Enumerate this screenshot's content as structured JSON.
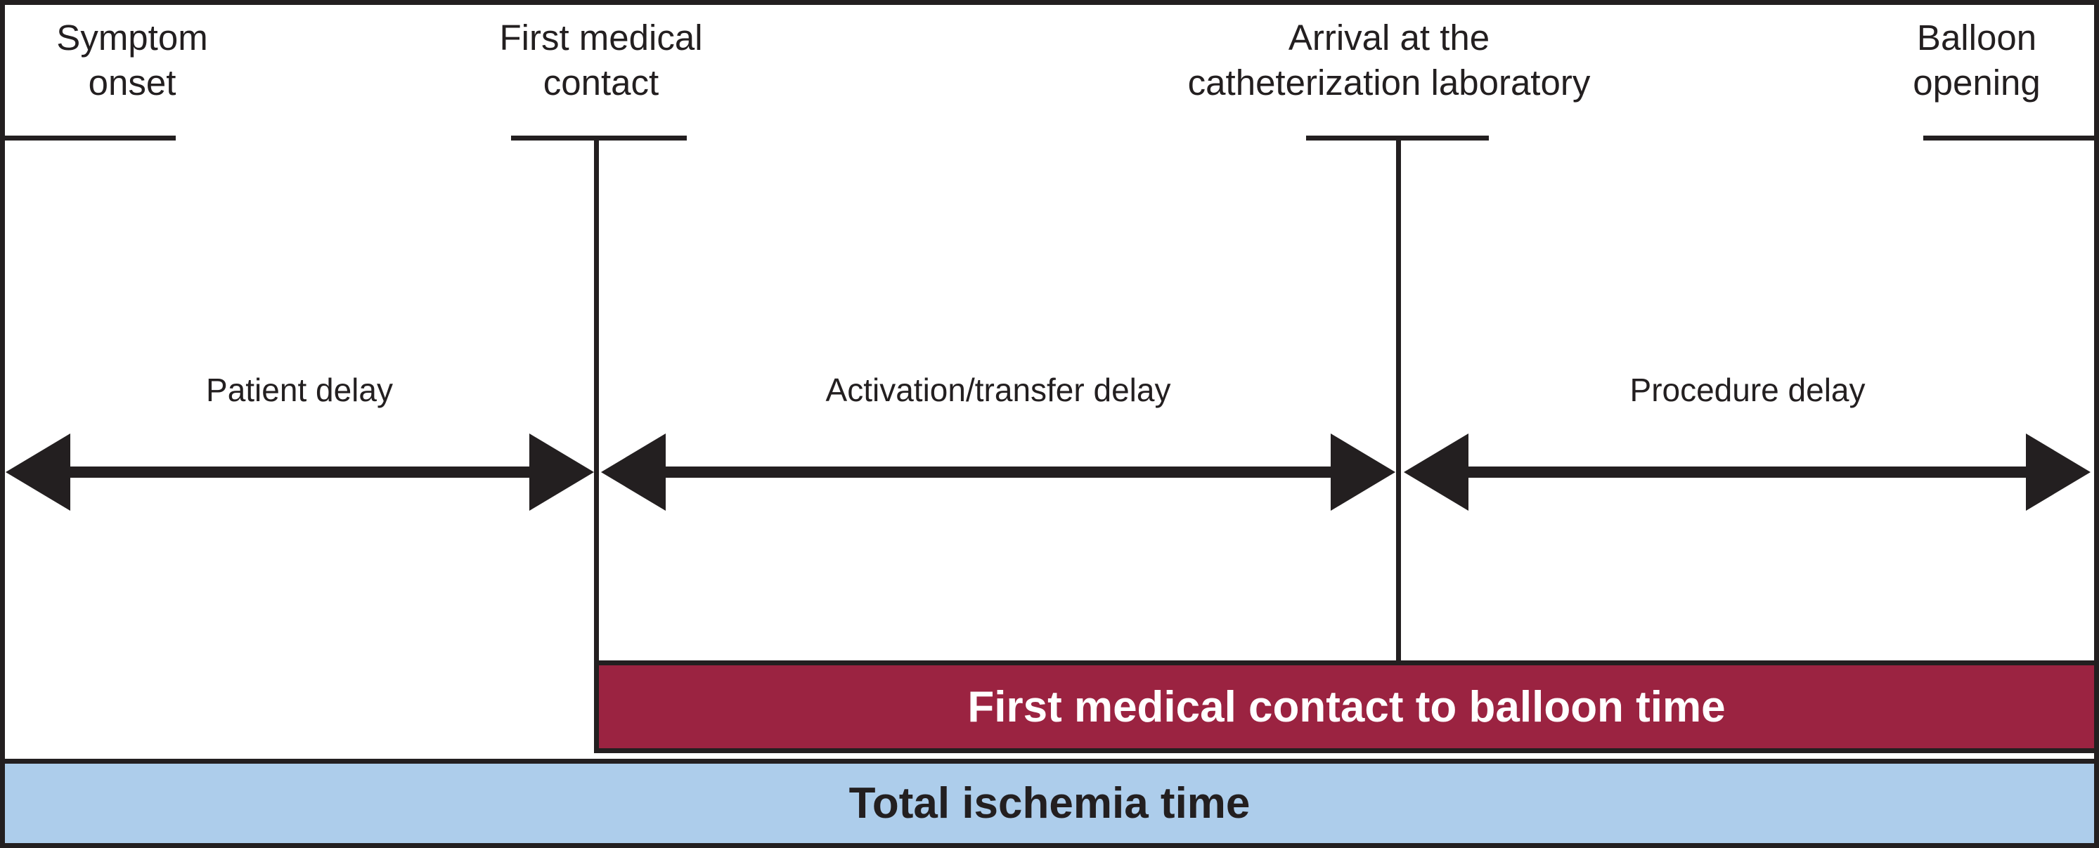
{
  "colors": {
    "ink": "#231F20",
    "red-bar": "#9B2341",
    "red-bar-text": "#FFFFFF",
    "blue-bar": "#ADCDEB",
    "blue-bar-text": "#231F20"
  },
  "figure": {
    "events": [
      {
        "label": "Symptom\nonset"
      },
      {
        "label": "First medical\ncontact"
      },
      {
        "label": "Arrival at the\ncatheterization laboratory"
      },
      {
        "label": "Balloon\nopening"
      }
    ],
    "delays": [
      {
        "label": "Patient delay"
      },
      {
        "label": "Activation/transfer delay"
      },
      {
        "label": "Procedure delay"
      }
    ],
    "bars": [
      {
        "label": "First medical contact to balloon time"
      },
      {
        "label": "Total ischemia time"
      }
    ]
  }
}
